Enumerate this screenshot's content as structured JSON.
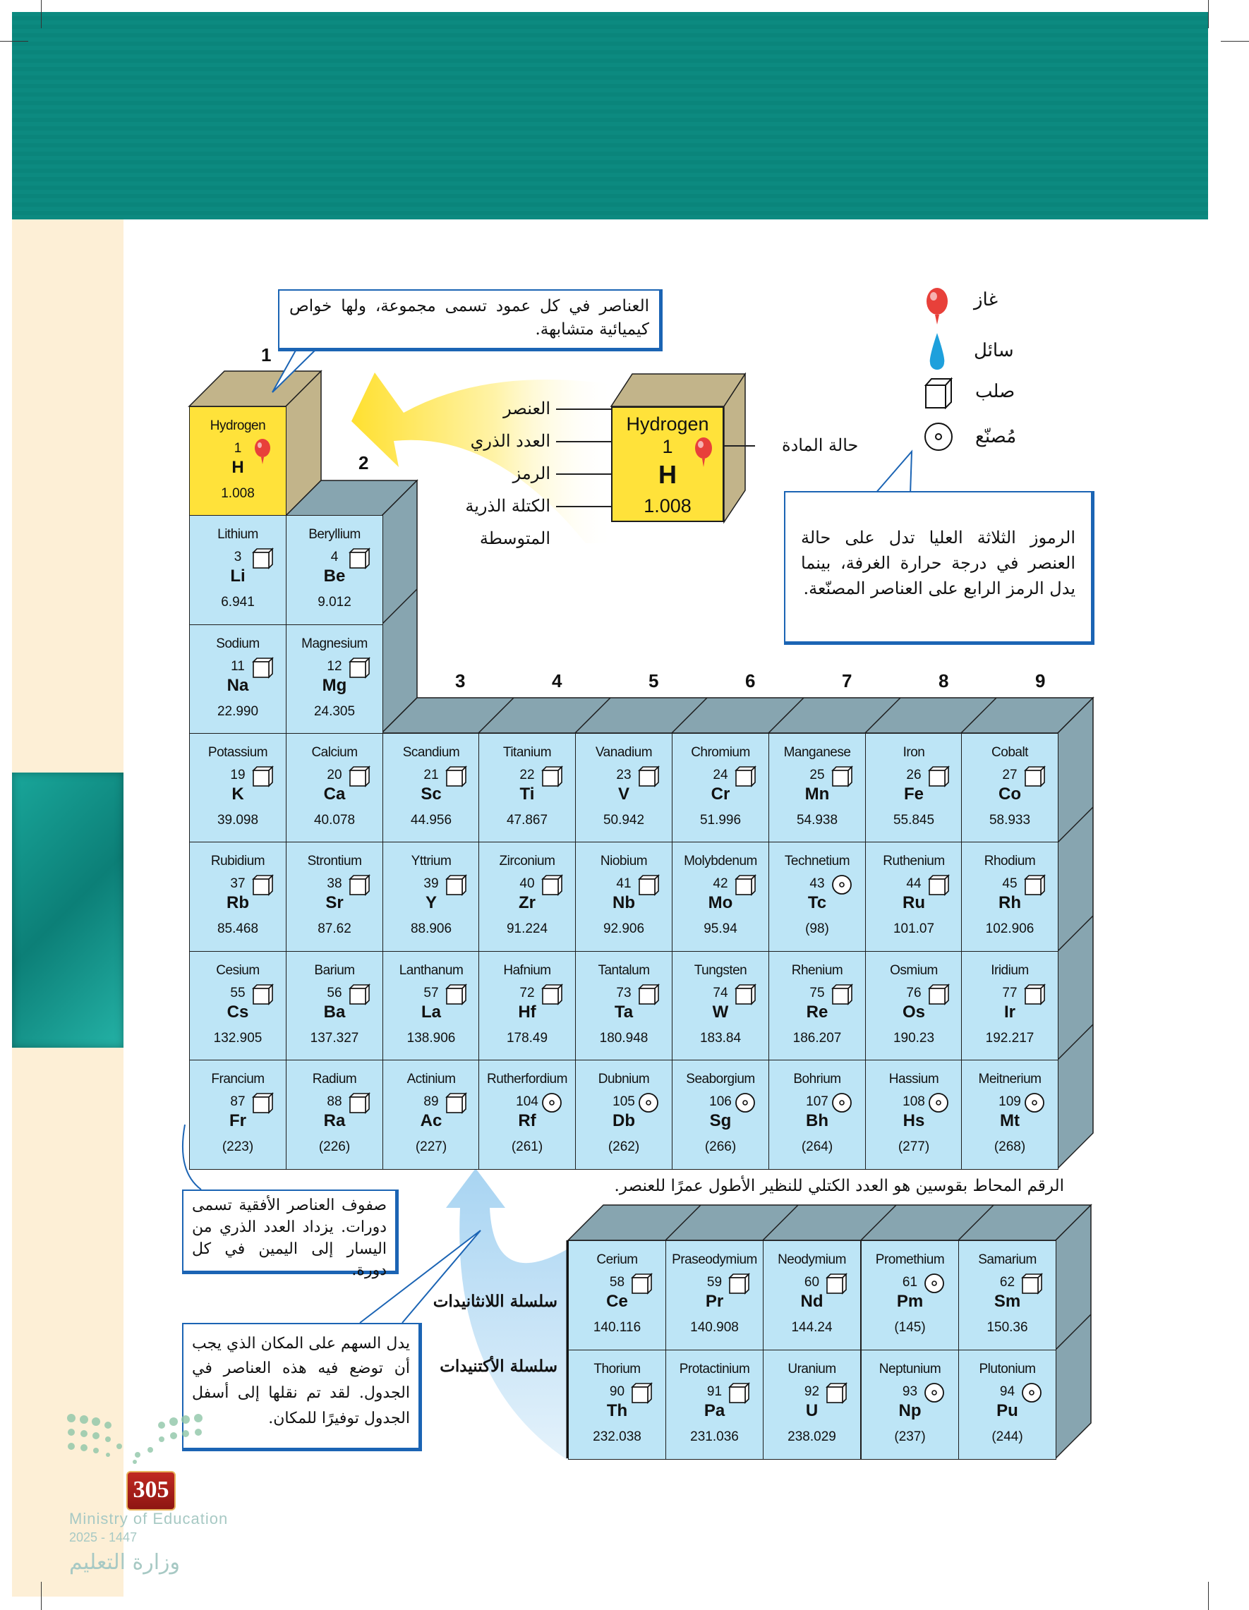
{
  "group_numbers": [
    "1",
    "2",
    "3",
    "4",
    "5",
    "6",
    "7",
    "8",
    "9"
  ],
  "key": {
    "name": "Hydrogen",
    "number": "1",
    "symbol": "H",
    "mass": "1.008",
    "label_element": "العنصر",
    "label_number": "العدد الذري",
    "label_symbol": "الرمز",
    "label_mass_1": "الكتلة الذرية",
    "label_mass_2": "المتوسطة",
    "label_state": "حالة المادة"
  },
  "legend": [
    {
      "label": "غاز",
      "icon": "gas-balloon-icon"
    },
    {
      "label": "سائل",
      "icon": "liquid-drop-icon"
    },
    {
      "label": "صلب",
      "icon": "solid-cube-icon"
    },
    {
      "label": "مُصنّع",
      "icon": "synthetic-target-icon"
    }
  ],
  "callouts": {
    "groups": "العناصر في كل عمود تسمى مجموعة، ولها خواص كيميائية متشابهة.",
    "states": "الرموز الثلاثة العليا تدل على حالة العنصر في درجة حرارة الغرفة، بينما يدل الرمز الرابع على العناصر المصنّعة.",
    "periods": "صفوف العناصر الأفقية تسمى دورات. يزداد العدد الذري من اليسار إلى اليمين في كل دورة.",
    "arrow": "يدل السهم على المكان الذي يجب أن توضع فيه هذه العناصر في الجدول. لقد تم نقلها إلى أسفل الجدول توفيرًا للمكان.",
    "parentheses_note": "الرقم المحاط بقوسين هو العدد الكتلي للنظير الأطول عمرًا للعنصر."
  },
  "series_labels": {
    "lanthanides": "سلسلة اللانثانيدات",
    "actinides": "سلسلة الأكتنيدات"
  },
  "colors": {
    "cell": "#bde5f6",
    "hydrogen": "#ffe23a",
    "header": "#0c8a80",
    "side": "#87a5b0",
    "tan": "#c2b48a"
  },
  "elements": [
    {
      "name": "Hydrogen",
      "num": "1",
      "sym": "H",
      "mass": "1.008",
      "state": "gas",
      "row": 1,
      "col": 1
    },
    {
      "name": "Lithium",
      "num": "3",
      "sym": "Li",
      "mass": "6.941",
      "state": "solid",
      "row": 2,
      "col": 1
    },
    {
      "name": "Beryllium",
      "num": "4",
      "sym": "Be",
      "mass": "9.012",
      "state": "solid",
      "row": 2,
      "col": 2
    },
    {
      "name": "Sodium",
      "num": "11",
      "sym": "Na",
      "mass": "22.990",
      "state": "solid",
      "row": 3,
      "col": 1
    },
    {
      "name": "Magnesium",
      "num": "12",
      "sym": "Mg",
      "mass": "24.305",
      "state": "solid",
      "row": 3,
      "col": 2
    },
    {
      "name": "Potassium",
      "num": "19",
      "sym": "K",
      "mass": "39.098",
      "state": "solid",
      "row": 4,
      "col": 1
    },
    {
      "name": "Calcium",
      "num": "20",
      "sym": "Ca",
      "mass": "40.078",
      "state": "solid",
      "row": 4,
      "col": 2
    },
    {
      "name": "Scandium",
      "num": "21",
      "sym": "Sc",
      "mass": "44.956",
      "state": "solid",
      "row": 4,
      "col": 3
    },
    {
      "name": "Titanium",
      "num": "22",
      "sym": "Ti",
      "mass": "47.867",
      "state": "solid",
      "row": 4,
      "col": 4
    },
    {
      "name": "Vanadium",
      "num": "23",
      "sym": "V",
      "mass": "50.942",
      "state": "solid",
      "row": 4,
      "col": 5
    },
    {
      "name": "Chromium",
      "num": "24",
      "sym": "Cr",
      "mass": "51.996",
      "state": "solid",
      "row": 4,
      "col": 6
    },
    {
      "name": "Manganese",
      "num": "25",
      "sym": "Mn",
      "mass": "54.938",
      "state": "solid",
      "row": 4,
      "col": 7
    },
    {
      "name": "Iron",
      "num": "26",
      "sym": "Fe",
      "mass": "55.845",
      "state": "solid",
      "row": 4,
      "col": 8
    },
    {
      "name": "Cobalt",
      "num": "27",
      "sym": "Co",
      "mass": "58.933",
      "state": "solid",
      "row": 4,
      "col": 9
    },
    {
      "name": "Rubidium",
      "num": "37",
      "sym": "Rb",
      "mass": "85.468",
      "state": "solid",
      "row": 5,
      "col": 1
    },
    {
      "name": "Strontium",
      "num": "38",
      "sym": "Sr",
      "mass": "87.62",
      "state": "solid",
      "row": 5,
      "col": 2
    },
    {
      "name": "Yttrium",
      "num": "39",
      "sym": "Y",
      "mass": "88.906",
      "state": "solid",
      "row": 5,
      "col": 3
    },
    {
      "name": "Zirconium",
      "num": "40",
      "sym": "Zr",
      "mass": "91.224",
      "state": "solid",
      "row": 5,
      "col": 4
    },
    {
      "name": "Niobium",
      "num": "41",
      "sym": "Nb",
      "mass": "92.906",
      "state": "solid",
      "row": 5,
      "col": 5
    },
    {
      "name": "Molybdenum",
      "num": "42",
      "sym": "Mo",
      "mass": "95.94",
      "state": "solid",
      "row": 5,
      "col": 6
    },
    {
      "name": "Technetium",
      "num": "43",
      "sym": "Tc",
      "mass": "(98)",
      "state": "synthetic",
      "row": 5,
      "col": 7
    },
    {
      "name": "Ruthenium",
      "num": "44",
      "sym": "Ru",
      "mass": "101.07",
      "state": "solid",
      "row": 5,
      "col": 8
    },
    {
      "name": "Rhodium",
      "num": "45",
      "sym": "Rh",
      "mass": "102.906",
      "state": "solid",
      "row": 5,
      "col": 9
    },
    {
      "name": "Cesium",
      "num": "55",
      "sym": "Cs",
      "mass": "132.905",
      "state": "solid",
      "row": 6,
      "col": 1
    },
    {
      "name": "Barium",
      "num": "56",
      "sym": "Ba",
      "mass": "137.327",
      "state": "solid",
      "row": 6,
      "col": 2
    },
    {
      "name": "Lanthanum",
      "num": "57",
      "sym": "La",
      "mass": "138.906",
      "state": "solid",
      "row": 6,
      "col": 3
    },
    {
      "name": "Hafnium",
      "num": "72",
      "sym": "Hf",
      "mass": "178.49",
      "state": "solid",
      "row": 6,
      "col": 4
    },
    {
      "name": "Tantalum",
      "num": "73",
      "sym": "Ta",
      "mass": "180.948",
      "state": "solid",
      "row": 6,
      "col": 5
    },
    {
      "name": "Tungsten",
      "num": "74",
      "sym": "W",
      "mass": "183.84",
      "state": "solid",
      "row": 6,
      "col": 6
    },
    {
      "name": "Rhenium",
      "num": "75",
      "sym": "Re",
      "mass": "186.207",
      "state": "solid",
      "row": 6,
      "col": 7
    },
    {
      "name": "Osmium",
      "num": "76",
      "sym": "Os",
      "mass": "190.23",
      "state": "solid",
      "row": 6,
      "col": 8
    },
    {
      "name": "Iridium",
      "num": "77",
      "sym": "Ir",
      "mass": "192.217",
      "state": "solid",
      "row": 6,
      "col": 9
    },
    {
      "name": "Francium",
      "num": "87",
      "sym": "Fr",
      "mass": "(223)",
      "state": "solid",
      "row": 7,
      "col": 1
    },
    {
      "name": "Radium",
      "num": "88",
      "sym": "Ra",
      "mass": "(226)",
      "state": "solid",
      "row": 7,
      "col": 2
    },
    {
      "name": "Actinium",
      "num": "89",
      "sym": "Ac",
      "mass": "(227)",
      "state": "solid",
      "row": 7,
      "col": 3
    },
    {
      "name": "Rutherfordium",
      "num": "104",
      "sym": "Rf",
      "mass": "(261)",
      "state": "synthetic",
      "row": 7,
      "col": 4
    },
    {
      "name": "Dubnium",
      "num": "105",
      "sym": "Db",
      "mass": "(262)",
      "state": "synthetic",
      "row": 7,
      "col": 5
    },
    {
      "name": "Seaborgium",
      "num": "106",
      "sym": "Sg",
      "mass": "(266)",
      "state": "synthetic",
      "row": 7,
      "col": 6
    },
    {
      "name": "Bohrium",
      "num": "107",
      "sym": "Bh",
      "mass": "(264)",
      "state": "synthetic",
      "row": 7,
      "col": 7
    },
    {
      "name": "Hassium",
      "num": "108",
      "sym": "Hs",
      "mass": "(277)",
      "state": "synthetic",
      "row": 7,
      "col": 8
    },
    {
      "name": "Meitnerium",
      "num": "109",
      "sym": "Mt",
      "mass": "(268)",
      "state": "synthetic",
      "row": 7,
      "col": 9
    }
  ],
  "fblock": [
    {
      "name": "Cerium",
      "num": "58",
      "sym": "Ce",
      "mass": "140.116",
      "state": "solid",
      "row": 1,
      "col": 1
    },
    {
      "name": "Praseodymium",
      "num": "59",
      "sym": "Pr",
      "mass": "140.908",
      "state": "solid",
      "row": 1,
      "col": 2
    },
    {
      "name": "Neodymium",
      "num": "60",
      "sym": "Nd",
      "mass": "144.24",
      "state": "solid",
      "row": 1,
      "col": 3
    },
    {
      "name": "Promethium",
      "num": "61",
      "sym": "Pm",
      "mass": "(145)",
      "state": "synthetic",
      "row": 1,
      "col": 4
    },
    {
      "name": "Samarium",
      "num": "62",
      "sym": "Sm",
      "mass": "150.36",
      "state": "solid",
      "row": 1,
      "col": 5
    },
    {
      "name": "Thorium",
      "num": "90",
      "sym": "Th",
      "mass": "232.038",
      "state": "solid",
      "row": 2,
      "col": 1
    },
    {
      "name": "Protactinium",
      "num": "91",
      "sym": "Pa",
      "mass": "231.036",
      "state": "solid",
      "row": 2,
      "col": 2
    },
    {
      "name": "Uranium",
      "num": "92",
      "sym": "U",
      "mass": "238.029",
      "state": "solid",
      "row": 2,
      "col": 3
    },
    {
      "name": "Neptunium",
      "num": "93",
      "sym": "Np",
      "mass": "(237)",
      "state": "synthetic",
      "row": 2,
      "col": 4
    },
    {
      "name": "Plutonium",
      "num": "94",
      "sym": "Pu",
      "mass": "(244)",
      "state": "synthetic",
      "row": 2,
      "col": 5
    }
  ],
  "footer": {
    "page_number": "305",
    "ministry_ar": "وزارة التعليم",
    "ministry_en": "Ministry of Education",
    "year": "2025 - 1447"
  }
}
